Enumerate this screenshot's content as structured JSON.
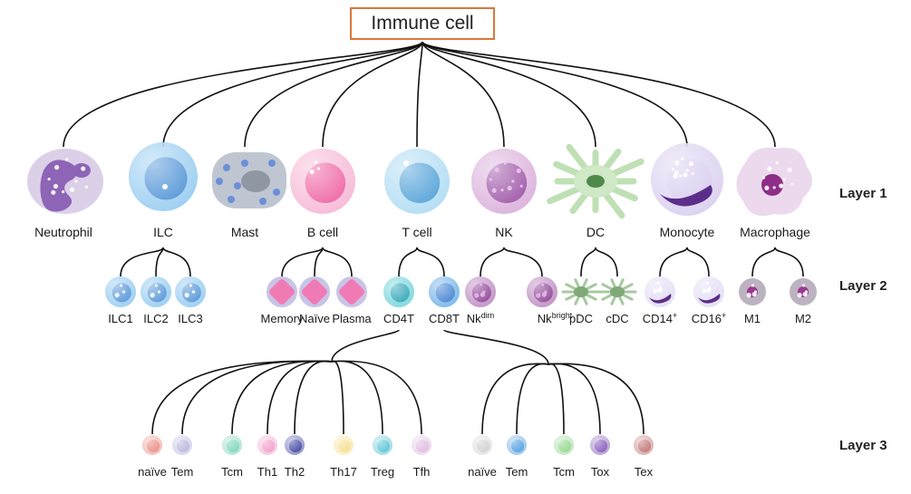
{
  "root": {
    "label": "Immune cell"
  },
  "layer_labels": [
    "Layer 1",
    "Layer 2",
    "Layer 3"
  ],
  "layer1": [
    {
      "label": "Neutrophil",
      "color": "#8e64b7"
    },
    {
      "label": "ILC",
      "color": "#6fb2e6"
    },
    {
      "label": "Mast",
      "color": "#b8c0cc"
    },
    {
      "label": "B cell",
      "color": "#ee5fa0"
    },
    {
      "label": "T cell",
      "color": "#5ab0e0"
    },
    {
      "label": "NK",
      "color": "#b066b5"
    },
    {
      "label": "DC",
      "color": "#8fbf8a"
    },
    {
      "label": "Monocyte",
      "color": "#a98fd6"
    },
    {
      "label": "Macrophage",
      "color": "#c58cc6"
    }
  ],
  "layer2": {
    "ilc": [
      "ILC1",
      "ILC2",
      "ILC3"
    ],
    "bcell": [
      "Memory",
      "Naïve",
      "Plasma"
    ],
    "tcell": [
      "CD4T",
      "CD8T"
    ],
    "nk": [
      {
        "base": "Nk",
        "sup": "dim"
      },
      {
        "base": "Nk",
        "sup": "bright"
      }
    ],
    "dc": [
      "pDC",
      "cDC"
    ],
    "monocyte": [
      {
        "base": "CD14",
        "sup": "+"
      },
      {
        "base": "CD16",
        "sup": "+"
      }
    ],
    "macrophage": [
      "M1",
      "M2"
    ]
  },
  "layer3": {
    "cd4": [
      {
        "label": "naïve",
        "color": "#e98a80"
      },
      {
        "label": "Tem",
        "color": "#b5b3dc"
      },
      {
        "label": "Tcm",
        "color": "#77d3b8"
      },
      {
        "label": "Th1",
        "color": "#f29ac8"
      },
      {
        "label": "Th2",
        "color": "#3b3f9e"
      },
      {
        "label": "Th17",
        "color": "#f6df8a"
      },
      {
        "label": "Treg",
        "color": "#55c3d3"
      },
      {
        "label": "Tfh",
        "color": "#ddb8e0"
      }
    ],
    "cd8": [
      {
        "label": "naïve",
        "color": "#cfcfcf"
      },
      {
        "label": "Tem",
        "color": "#4b9be0"
      },
      {
        "label": "Tcm",
        "color": "#8fd68a"
      },
      {
        "label": "Tox",
        "color": "#8055b8"
      },
      {
        "label": "Tex",
        "color": "#c07070"
      }
    ]
  }
}
